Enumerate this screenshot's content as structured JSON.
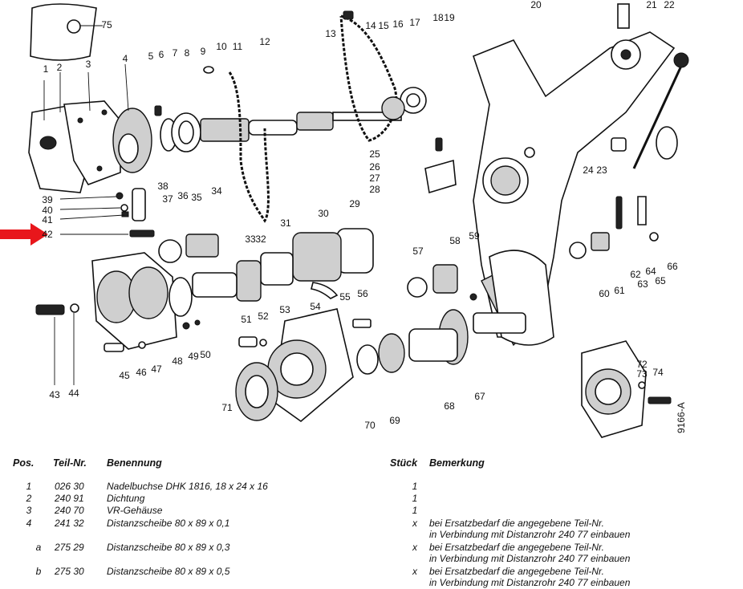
{
  "diagram": {
    "callouts": [
      "75",
      "1",
      "2",
      "3",
      "4",
      "5",
      "6",
      "7",
      "8",
      "9",
      "10",
      "11",
      "12",
      "13",
      "14",
      "15",
      "16",
      "17",
      "18",
      "19",
      "20",
      "21",
      "22",
      "23",
      "24",
      "25",
      "26",
      "27",
      "28",
      "29",
      "30",
      "31",
      "32",
      "33",
      "34",
      "35",
      "36",
      "37",
      "38",
      "39",
      "40",
      "41",
      "42",
      "43",
      "44",
      "45",
      "46",
      "47",
      "48",
      "49",
      "50",
      "51",
      "52",
      "53",
      "54",
      "55",
      "56",
      "57",
      "58",
      "59",
      "60",
      "61",
      "62",
      "63",
      "64",
      "65",
      "66",
      "67",
      "68",
      "69",
      "70",
      "71",
      "72",
      "73",
      "74"
    ],
    "drawing_code": "9166-A",
    "pointer_color": "#e8161b"
  },
  "table": {
    "headers": {
      "pos": "Pos.",
      "teil": "Teil-Nr.",
      "benennung": "Benennung",
      "stueck": "Stück",
      "bemerkung": "Bemerkung"
    },
    "rows": [
      {
        "pos": "1",
        "teil": "026 30",
        "benennung": "Nadelbuchse DHK 1816, 18 x 24 x 16",
        "stueck": "1",
        "bemerkung": "",
        "bemerkung2": ""
      },
      {
        "pos": "2",
        "teil": "240 91",
        "benennung": "Dichtung",
        "stueck": "1",
        "bemerkung": "",
        "bemerkung2": ""
      },
      {
        "pos": "3",
        "teil": "240 70",
        "benennung": "VR-Gehäuse",
        "stueck": "1",
        "bemerkung": "",
        "bemerkung2": ""
      },
      {
        "pos": "4",
        "teil": "241 32",
        "benennung": "Distanzscheibe 80 x 89 x 0,1",
        "stueck": "x",
        "bemerkung": "bei Ersatzbedarf die angegebene Teil-Nr.",
        "bemerkung2": "in Verbindung mit Distanzrohr 240 77 einbauen"
      },
      {
        "pos": "a",
        "teil": "275 29",
        "benennung": "Distanzscheibe 80 x 89 x 0,3",
        "stueck": "x",
        "bemerkung": "bei Ersatzbedarf die angegebene Teil-Nr.",
        "bemerkung2": "in Verbindung mit Distanzrohr 240 77 einbauen"
      },
      {
        "pos": "b",
        "teil": "275 30",
        "benennung": "Distanzscheibe 80 x 89 x 0,5",
        "stueck": "x",
        "bemerkung": "bei Ersatzbedarf die angegebene Teil-Nr.",
        "bemerkung2": "in Verbindung mit Distanzrohr 240 77 einbauen"
      }
    ]
  }
}
